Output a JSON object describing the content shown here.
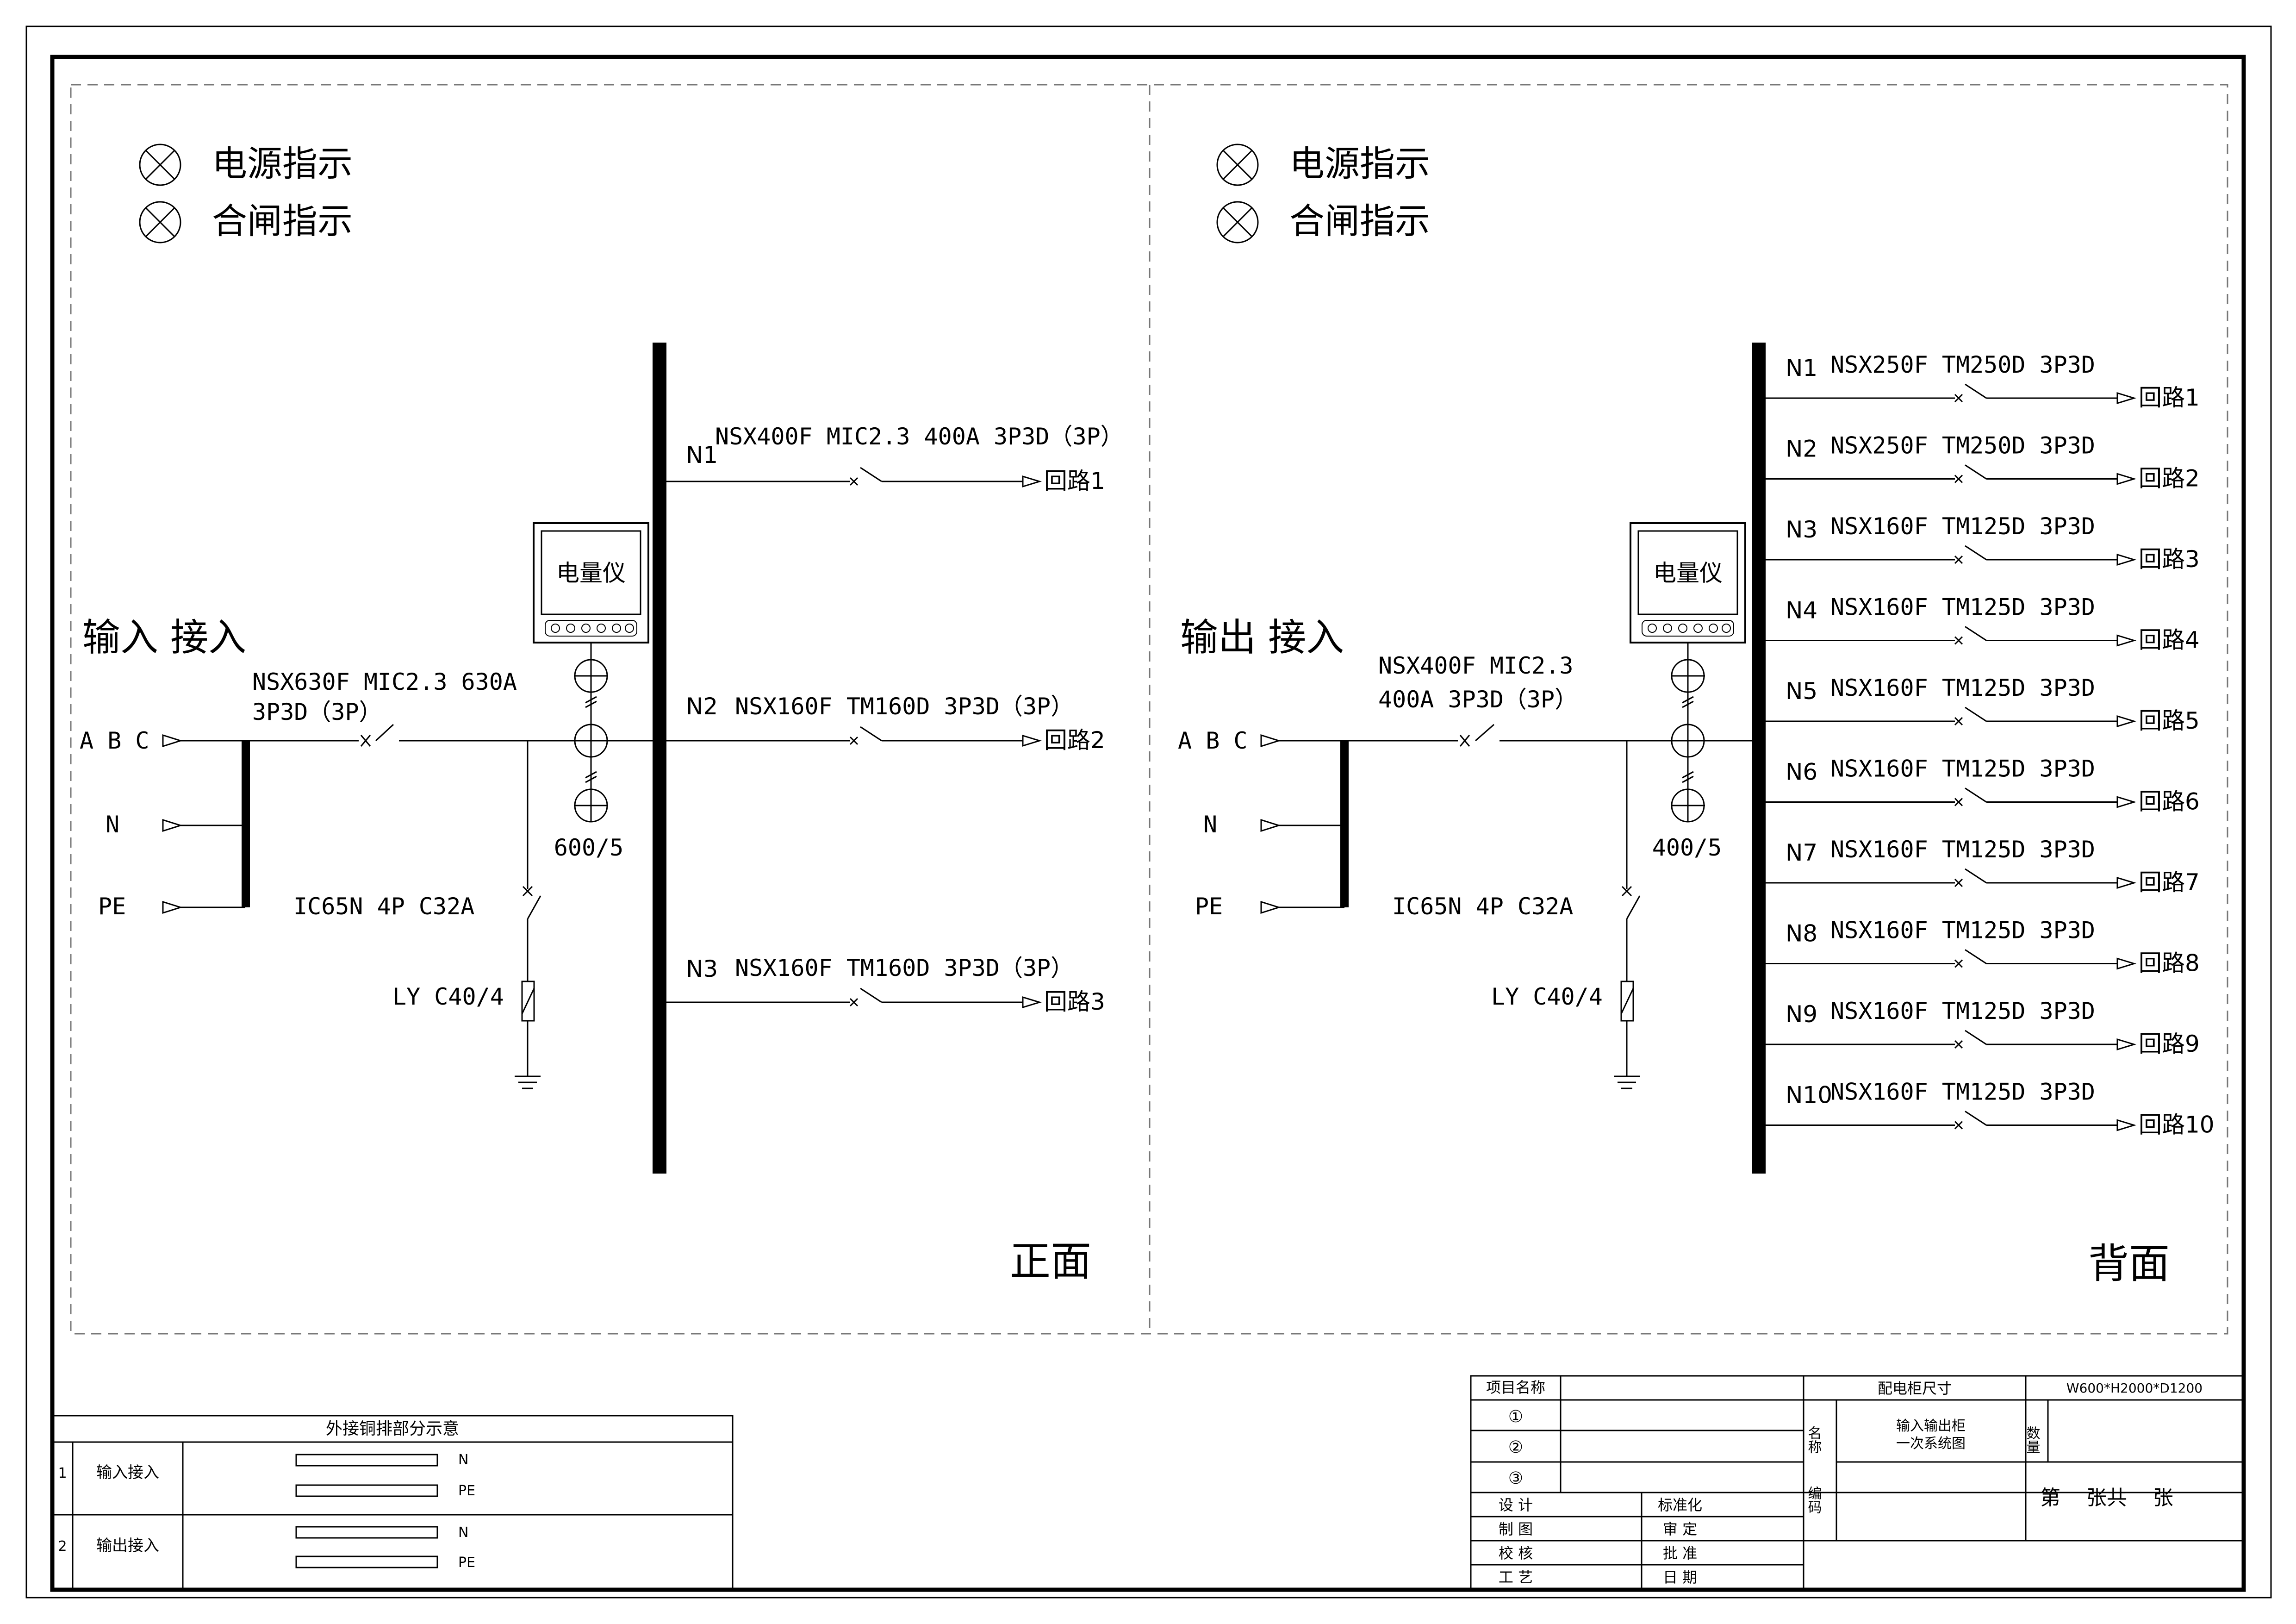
{
  "front": {
    "indicators": [
      "电源指示",
      "合闸指示"
    ],
    "input_title": "输入 接入",
    "phases": [
      "A B C",
      "N",
      "PE"
    ],
    "main_breaker": [
      "NSX630F MIC2.3 630A",
      "3P3D（3P）"
    ],
    "meter": "电量仪",
    "ct_ratio": "600/5",
    "spd_breaker": "IC65N 4P C32A",
    "arrester": "LY C40/4",
    "circuits": [
      {
        "no": "N1",
        "spec": "NSX400F MIC2.3 400A 3P3D（3P）",
        "out": "回路1"
      },
      {
        "no": "N2",
        "spec": "NSX160F TM160D 3P3D（3P）",
        "out": "回路2"
      },
      {
        "no": "N3",
        "spec": "NSX160F TM160D 3P3D（3P）",
        "out": "回路3"
      }
    ],
    "side_label": "正面"
  },
  "back": {
    "indicators": [
      "电源指示",
      "合闸指示"
    ],
    "input_title": "输出 接入",
    "phases": [
      "A B C",
      "N",
      "PE"
    ],
    "main_breaker": [
      "NSX400F MIC2.3",
      "400A 3P3D（3P）"
    ],
    "meter": "电量仪",
    "ct_ratio": "400/5",
    "spd_breaker": "IC65N 4P C32A",
    "arrester": "LY C40/4",
    "circuits": [
      {
        "no": "N1",
        "spec": "NSX250F TM250D 3P3D",
        "out": "回路1"
      },
      {
        "no": "N2",
        "spec": "NSX250F TM250D 3P3D",
        "out": "回路2"
      },
      {
        "no": "N3",
        "spec": "NSX160F TM125D 3P3D",
        "out": "回路3"
      },
      {
        "no": "N4",
        "spec": "NSX160F TM125D 3P3D",
        "out": "回路4"
      },
      {
        "no": "N5",
        "spec": "NSX160F TM125D 3P3D",
        "out": "回路5"
      },
      {
        "no": "N6",
        "spec": "NSX160F TM125D 3P3D",
        "out": "回路6"
      },
      {
        "no": "N7",
        "spec": "NSX160F TM125D 3P3D",
        "out": "回路7"
      },
      {
        "no": "N8",
        "spec": "NSX160F TM125D 3P3D",
        "out": "回路8"
      },
      {
        "no": "N9",
        "spec": "NSX160F TM125D 3P3D",
        "out": "回路9"
      },
      {
        "no": "N10",
        "spec": "NSX160F TM125D 3P3D",
        "out": "回路10"
      }
    ],
    "side_label": "背面"
  },
  "copper_table": {
    "title": "外接铜排部分示意",
    "rows": [
      {
        "index": "1",
        "name": "输入接入",
        "bars": [
          "N",
          "PE"
        ]
      },
      {
        "index": "2",
        "name": "输出接入",
        "bars": [
          "N",
          "PE"
        ]
      }
    ]
  },
  "title_block": {
    "project_label": "项目名称",
    "size_label": "配电柜尺寸",
    "size_value": "W600*H2000*D1200",
    "marks": [
      "①",
      "②",
      "③"
    ],
    "name_label": "名称",
    "drawing_name": [
      "输入输出柜",
      "一次系统图"
    ],
    "qty_label": "数量",
    "code_label": "编码",
    "sheet_text": "第    张共    张",
    "roles_left": [
      "设 计",
      "制 图",
      "校 核",
      "工 艺"
    ],
    "roles_right": [
      "标准化",
      "审 定",
      "批 准",
      "日 期"
    ]
  }
}
